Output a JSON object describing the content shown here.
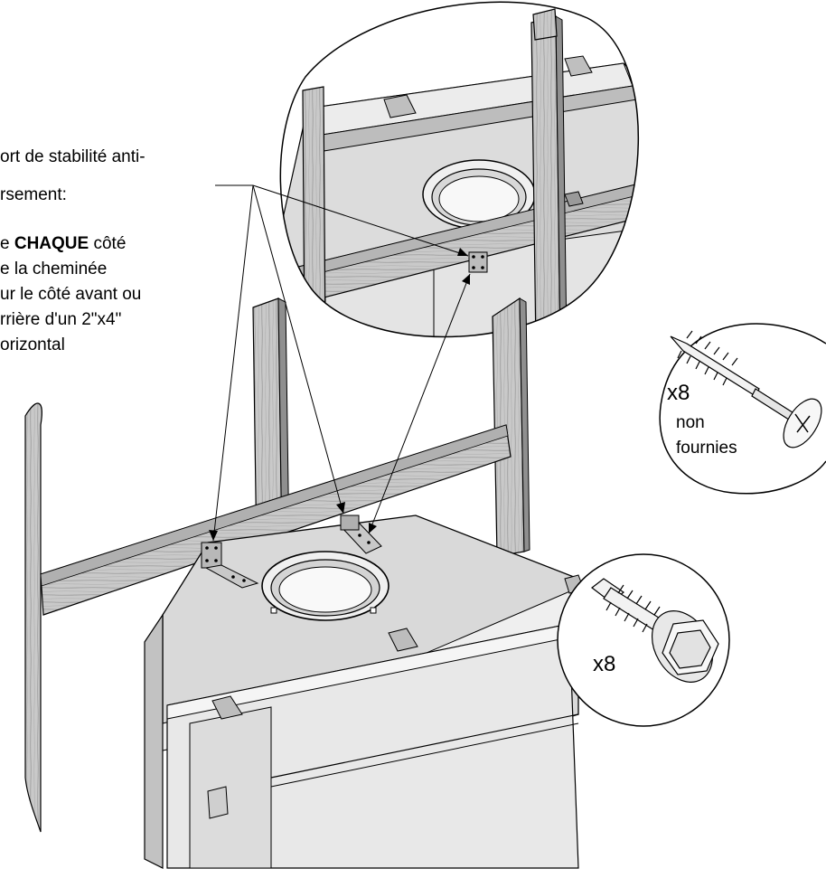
{
  "instructions": {
    "line1": "ort de stabilité anti-",
    "line2": "rsement:",
    "line3_pre": "e ",
    "line3_bold": "CHAQUE",
    "line3_post": " côté",
    "line4": "e la cheminée",
    "line5": "ur le côté avant ou",
    "line6": "rrière d'un 2\"x4\"",
    "line7": "orizontal"
  },
  "wood_screw_callout": {
    "quantity": "x8",
    "note_line1": "non",
    "note_line2": "fournies",
    "icon": "wood-screw-icon"
  },
  "hex_screw_callout": {
    "quantity": "x8",
    "icon": "hex-head-screw-icon"
  },
  "colors": {
    "line": "#000000",
    "wood": "#c8c8c8",
    "wood_dark": "#8c8c8c",
    "metal_light": "#e6e6e6",
    "metal_mid": "#c4c4c4"
  }
}
